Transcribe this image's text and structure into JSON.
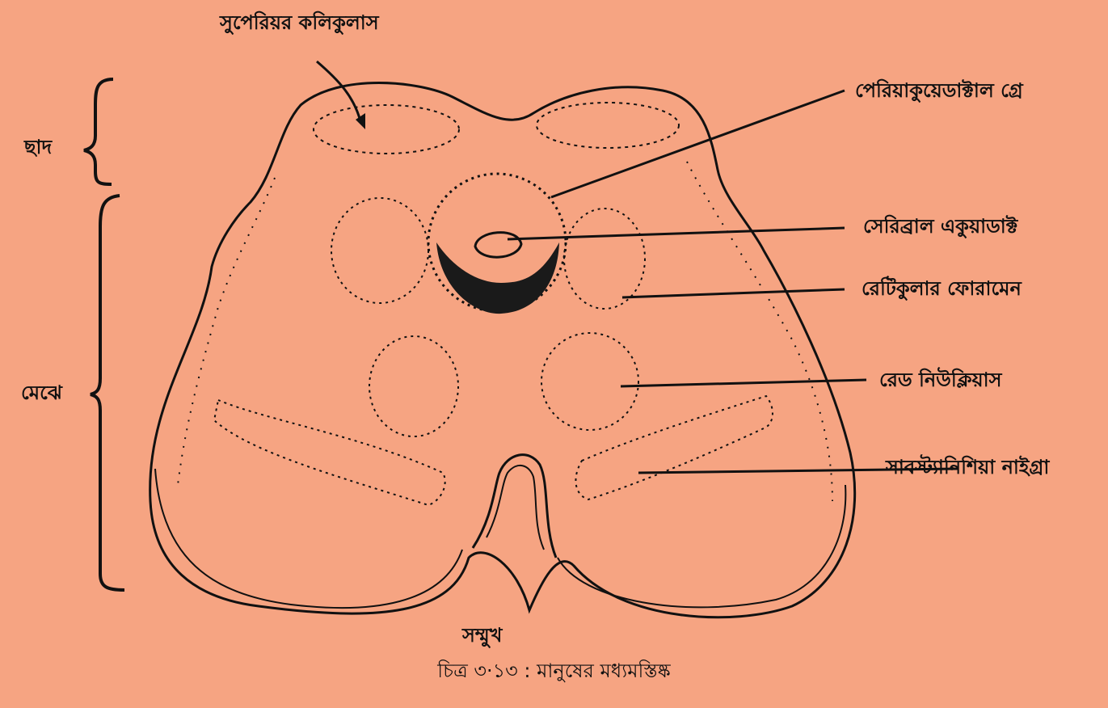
{
  "labels": {
    "superior_colliculus": "সুপেরিয়র কলিকুলাস",
    "roof": "ছাদ",
    "floor": "মেঝে",
    "periaqueductal_grey": "পেরিয়াকুয়েডাক্টাল গ্রে",
    "cerebral_aqueduct": "সেরিব্রাল একুয়াডাক্ট",
    "reticular_formation": "রেটিকুলার ফোরামেন",
    "red_nucleus": "রেড নিউক্লিয়াস",
    "substantia_nigra": "সাবস্ট্যানিশিয়া নাইগ্রা",
    "anterior": "সম্মুখ"
  },
  "caption": "চিত্র ৩·১৩ : মানুষের মধ্যমস্তিষ্ক",
  "colors": {
    "background": "#f6a482",
    "ink": "#111111"
  }
}
